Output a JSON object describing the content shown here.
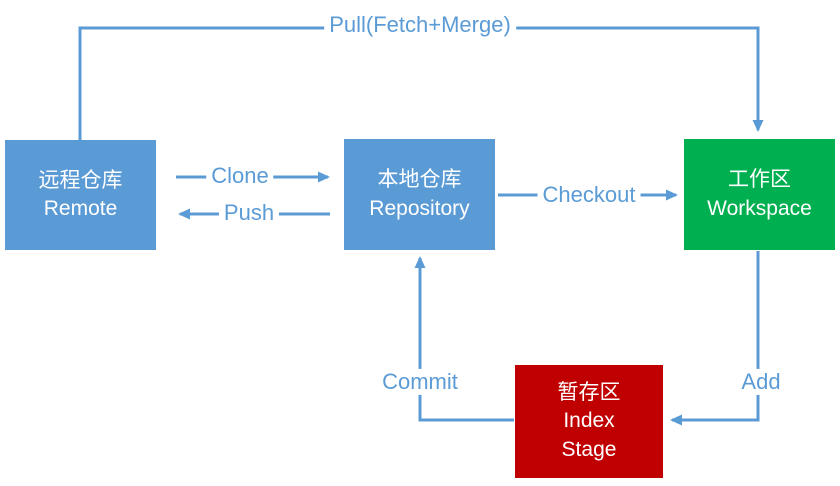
{
  "diagram": {
    "title": "Git workflow diagram",
    "colors": {
      "accent_blue": "#5B9BD5",
      "workspace_green": "#00B050",
      "index_red": "#C00000",
      "box_text": "#FFFFFF"
    },
    "nodes": {
      "remote": {
        "line1": "远程仓库",
        "line2": "Remote"
      },
      "repository": {
        "line1": "本地仓库",
        "line2": "Repository"
      },
      "workspace": {
        "line1": "工作区",
        "line2": "Workspace"
      },
      "index": {
        "line1": "暂存区",
        "line2": "Index",
        "line3": "Stage"
      }
    },
    "edges": {
      "pull": "Pull(Fetch+Merge)",
      "clone": "Clone",
      "push": "Push",
      "checkout": "Checkout",
      "add": "Add",
      "commit": "Commit"
    }
  }
}
